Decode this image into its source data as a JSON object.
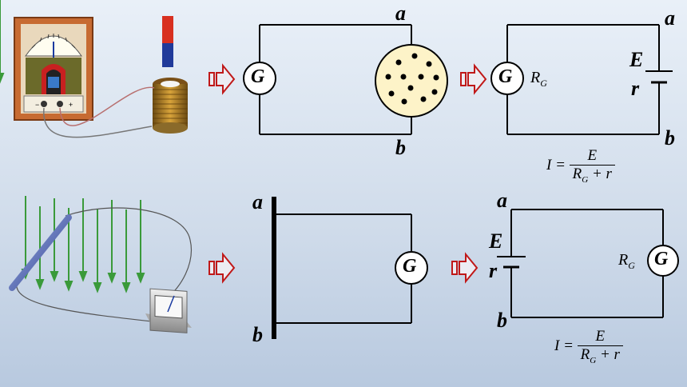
{
  "labels": {
    "a": "a",
    "b": "b",
    "E": "E",
    "r": "r",
    "G": "G",
    "R": "R",
    "G_sub": "G"
  },
  "formula": {
    "I": "I",
    "eq": "=",
    "numerator": "E",
    "den_R": "R",
    "den_sub": "G",
    "den_rest": " + r"
  },
  "colors": {
    "arrow_fill": "#e8e8f0",
    "arrow_stroke": "#c01818",
    "field_lines": "#3a9a3a",
    "dot_fill": "#fdf3c8",
    "magnet_north": "#d83020",
    "magnet_south": "#203a9a"
  }
}
